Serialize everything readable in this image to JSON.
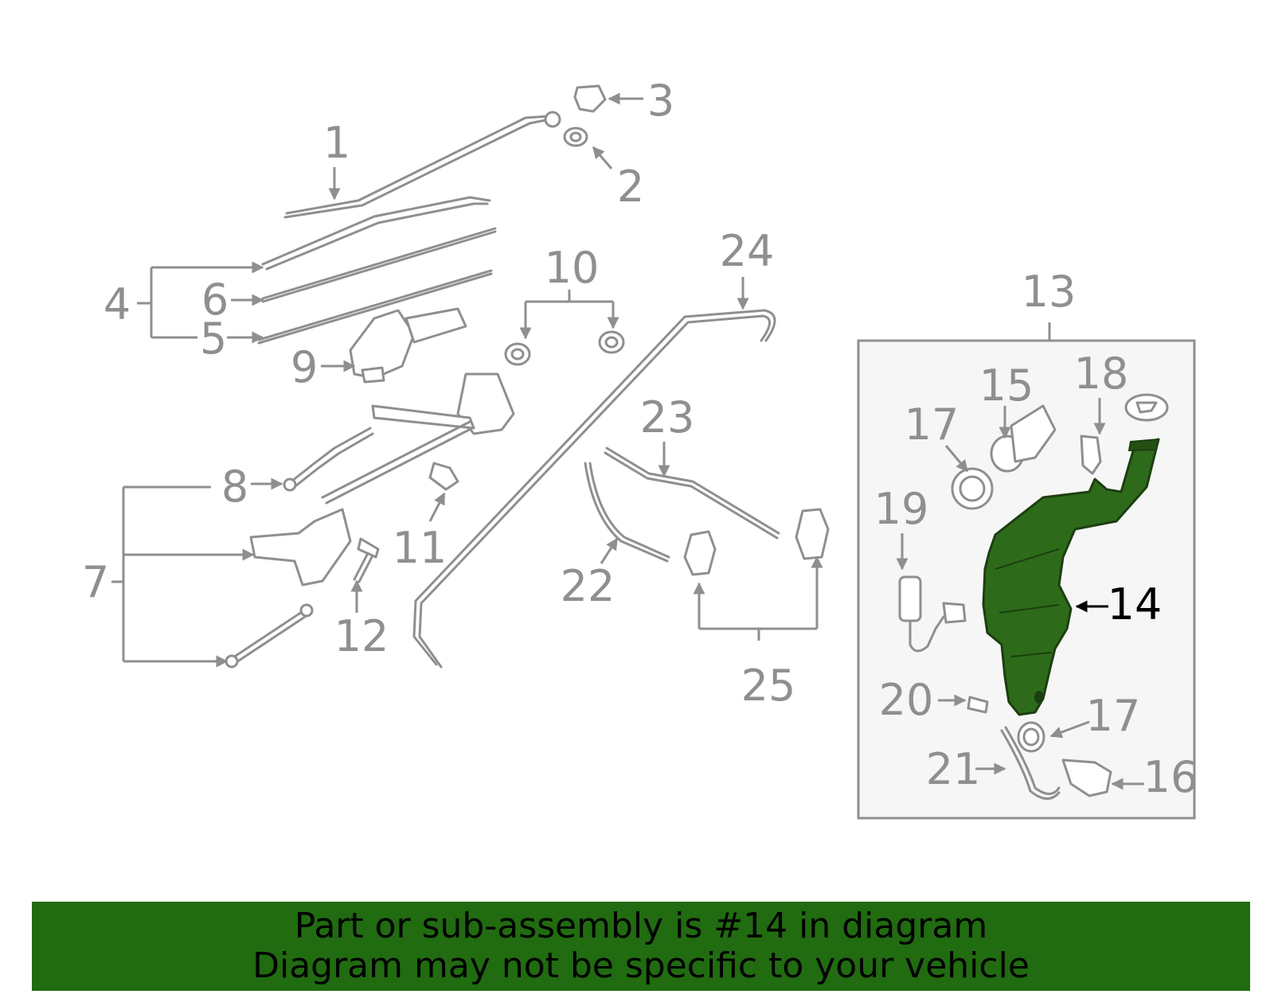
{
  "diagram": {
    "callouts": [
      "1",
      "2",
      "3",
      "4",
      "5",
      "6",
      "7",
      "8",
      "9",
      "10",
      "11",
      "12",
      "13",
      "14",
      "15",
      "16",
      "17",
      "17",
      "18",
      "19",
      "20",
      "21",
      "22",
      "23",
      "24",
      "25"
    ],
    "highlighted_part": "14",
    "highlight_color": "#2d6b1a",
    "line_color": "#8f8f8f"
  },
  "banner": {
    "line1": "Part or sub-assembly is #14 in diagram",
    "line2": "Diagram may not be specific to your vehicle",
    "background": "#216b11"
  }
}
